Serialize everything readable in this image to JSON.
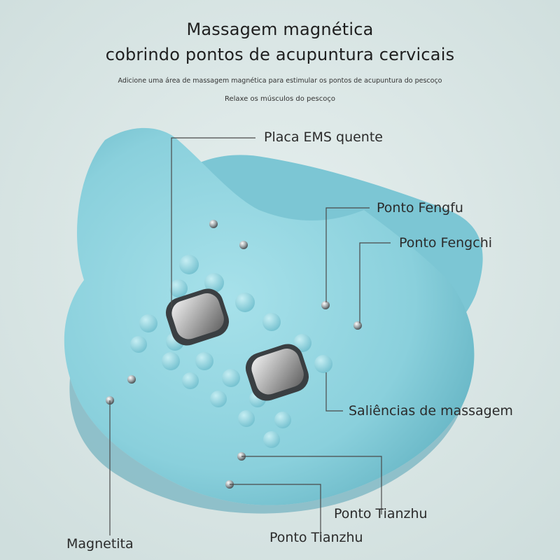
{
  "header": {
    "title_line1": "Massagem magnética",
    "title_line2": "cobrindo pontos de acupuntura cervicais",
    "subtitle_line1": "Adicione uma área de massagem magnética para estimular os pontos de acupuntura do pescoço",
    "subtitle_line2": "Relaxe os músculos do pescoço"
  },
  "callouts": {
    "ems_plate": "Placa EMS quente",
    "fengfu": "Ponto Fengfu",
    "fengchi": "Ponto Fengchi",
    "massage_bumps": "Saliências de massagem",
    "tianzhu_1": "Ponto Tianzhu",
    "tianzhu_2": "Ponto Tianzhu",
    "magnetite": "Magnetita"
  },
  "colors": {
    "background": "#d9e6e5",
    "device_body": "#8fd3df",
    "device_shadow": "#6fb9c8",
    "leader_line": "#4a4a4a"
  }
}
